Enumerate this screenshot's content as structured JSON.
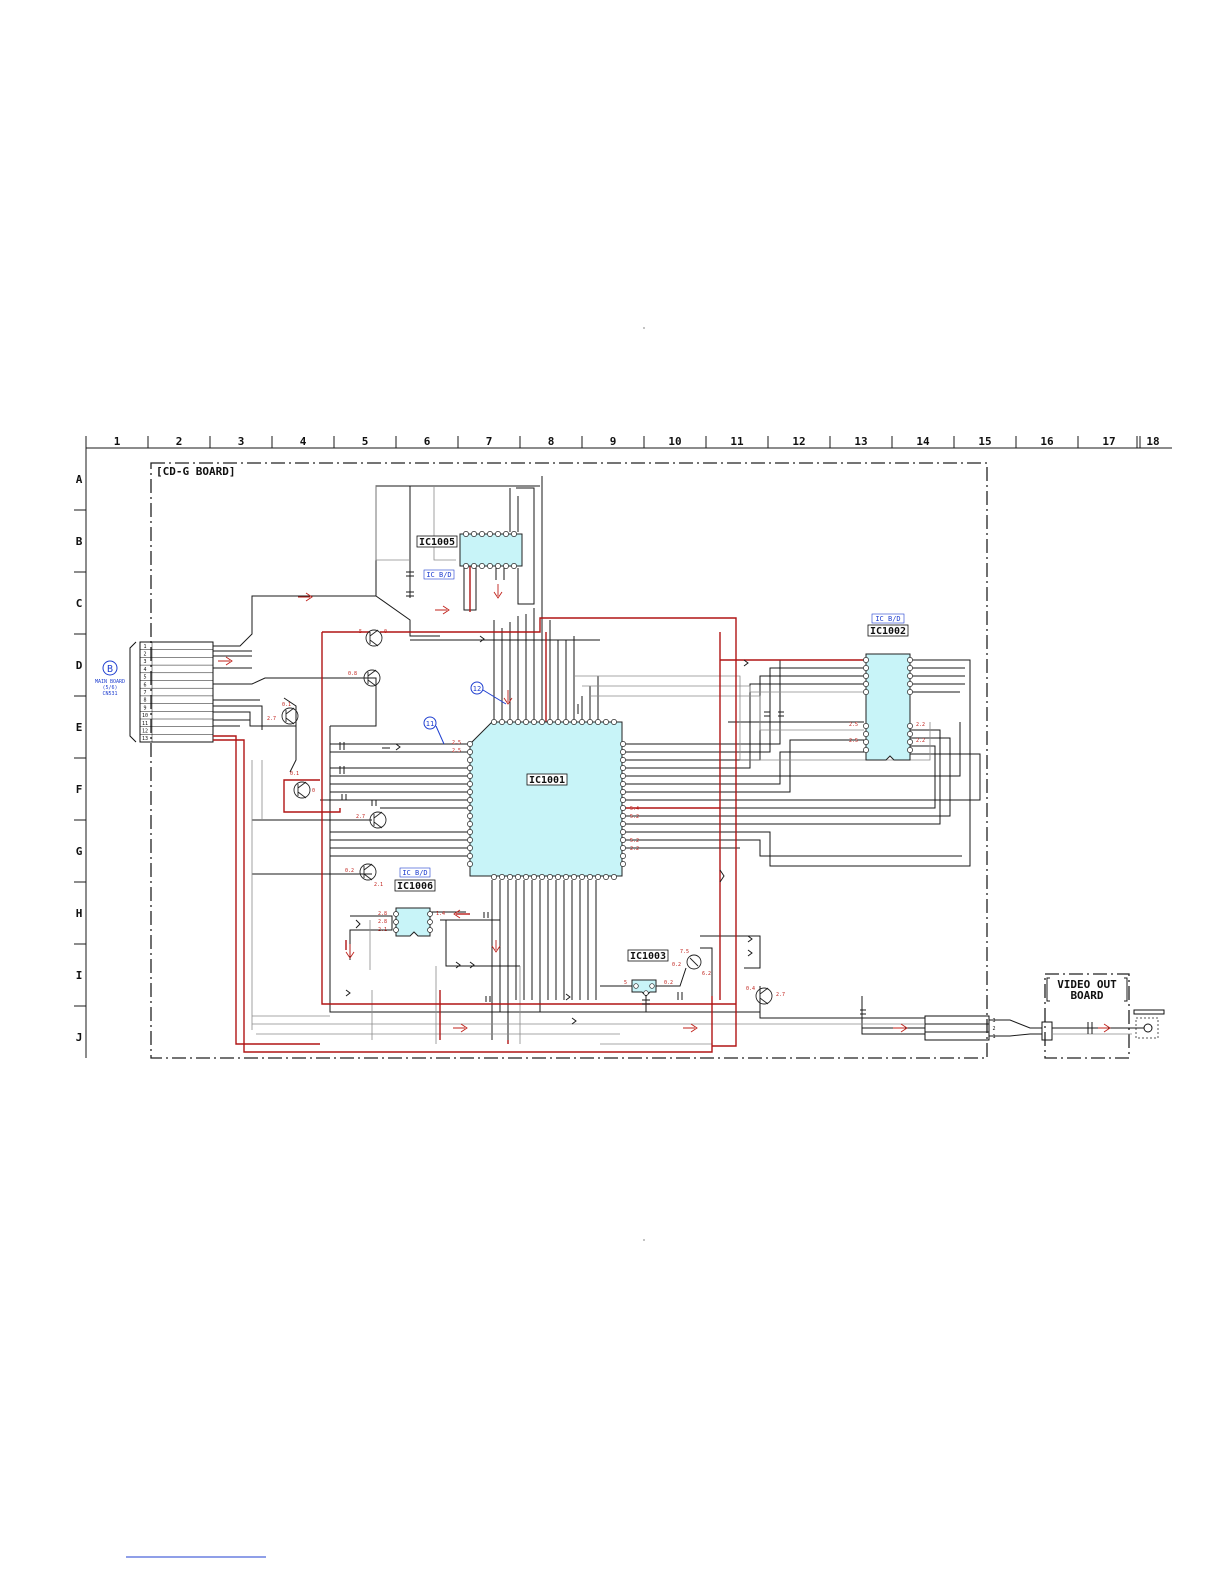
{
  "grid": {
    "columns": [
      "1",
      "2",
      "3",
      "4",
      "5",
      "6",
      "7",
      "8",
      "9",
      "10",
      "11",
      "12",
      "13",
      "14",
      "15",
      "16",
      "17",
      "18"
    ],
    "rows": [
      "A",
      "B",
      "C",
      "D",
      "E",
      "F",
      "G",
      "H",
      "I",
      "J"
    ]
  },
  "boards": {
    "cdg": "[CD-G BOARD]",
    "video_out_line1": "VIDEO OUT",
    "video_out_line2": "BOARD"
  },
  "connector_main": {
    "marker": "B",
    "line1": "MAIN BOARD",
    "line2": "(5/6)",
    "line3": "CN531",
    "pins": [
      "1",
      "2",
      "3",
      "4",
      "5",
      "6",
      "7",
      "8",
      "9",
      "10",
      "11",
      "12",
      "13"
    ]
  },
  "ics": {
    "ic1001": "IC1001",
    "ic1002": "IC1002",
    "ic1003": "IC1003",
    "ic1005": "IC1005",
    "ic1006": "IC1006",
    "tag_ic1002": "IC B/D",
    "tag_ic1005": "IC B/D",
    "tag_ic1006": "IC B/D"
  },
  "waveform_refs": {
    "m11": "11",
    "m12": "12"
  },
  "video_connector_pins": [
    "3",
    "2",
    "1"
  ],
  "voltages": {
    "q_a": "5",
    "q_a2": "0",
    "q_b": "0.8",
    "q_c": "0.1",
    "q_c2": "2.7",
    "q_d": "0.1",
    "q_d2": "0",
    "q_e": "2.7",
    "q_f": "0.2",
    "q_f2": "2.1",
    "ic1006_l1": "2.8",
    "ic1006_l2": "2.8",
    "ic1006_l3": "2.1",
    "ic1006_r1": "1.4",
    "ic1003_a": "7.5",
    "ic1003_b": "0.2",
    "ic1003_c": "6.2",
    "ic1003_d": "0.2",
    "ic1003_e": "5",
    "q_g": "0.4",
    "q_g2": "2.7",
    "ic1001_l1": "2.5",
    "ic1001_l2": "2.5",
    "ic1001_r1": "5.4",
    "ic1001_r2": "5.2",
    "ic1001_r3": "5.2",
    "ic1001_r4": "2.2",
    "ic1002_l1": "2.5",
    "ic1002_l2": "2.5",
    "ic1002_r1": "2.2",
    "ic1002_r2": "2.2"
  },
  "colors": {
    "wire": "#1a1a1a",
    "wire_gray": "#8a8a8a",
    "power_line": "#b01515",
    "ic_fill": "#c8f4f8",
    "annotation_blue": "#1f3fd0",
    "voltage_red": "#c0201a"
  }
}
